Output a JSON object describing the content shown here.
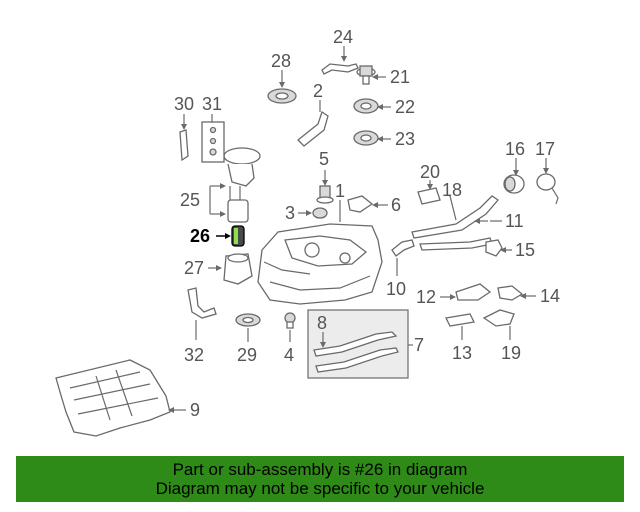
{
  "callouts": {
    "c1": "1",
    "c2": "2",
    "c3": "3",
    "c4": "4",
    "c5": "5",
    "c6": "6",
    "c7": "7",
    "c8": "8",
    "c9": "9",
    "c10": "10",
    "c11": "11",
    "c12": "12",
    "c13": "13",
    "c14": "14",
    "c15": "15",
    "c16": "16",
    "c17": "17",
    "c18": "18",
    "c19": "19",
    "c20": "20",
    "c21": "21",
    "c22": "22",
    "c23": "23",
    "c24": "24",
    "c25": "25",
    "c26": "26",
    "c27": "27",
    "c28": "28",
    "c29": "29",
    "c30": "30",
    "c31": "31",
    "c32": "32"
  },
  "highlight_part": "26",
  "banner": {
    "line1": "Part or sub-assembly is #26 in diagram",
    "line2": "Diagram may not be specific to your vehicle",
    "background": "#2e8b17"
  }
}
